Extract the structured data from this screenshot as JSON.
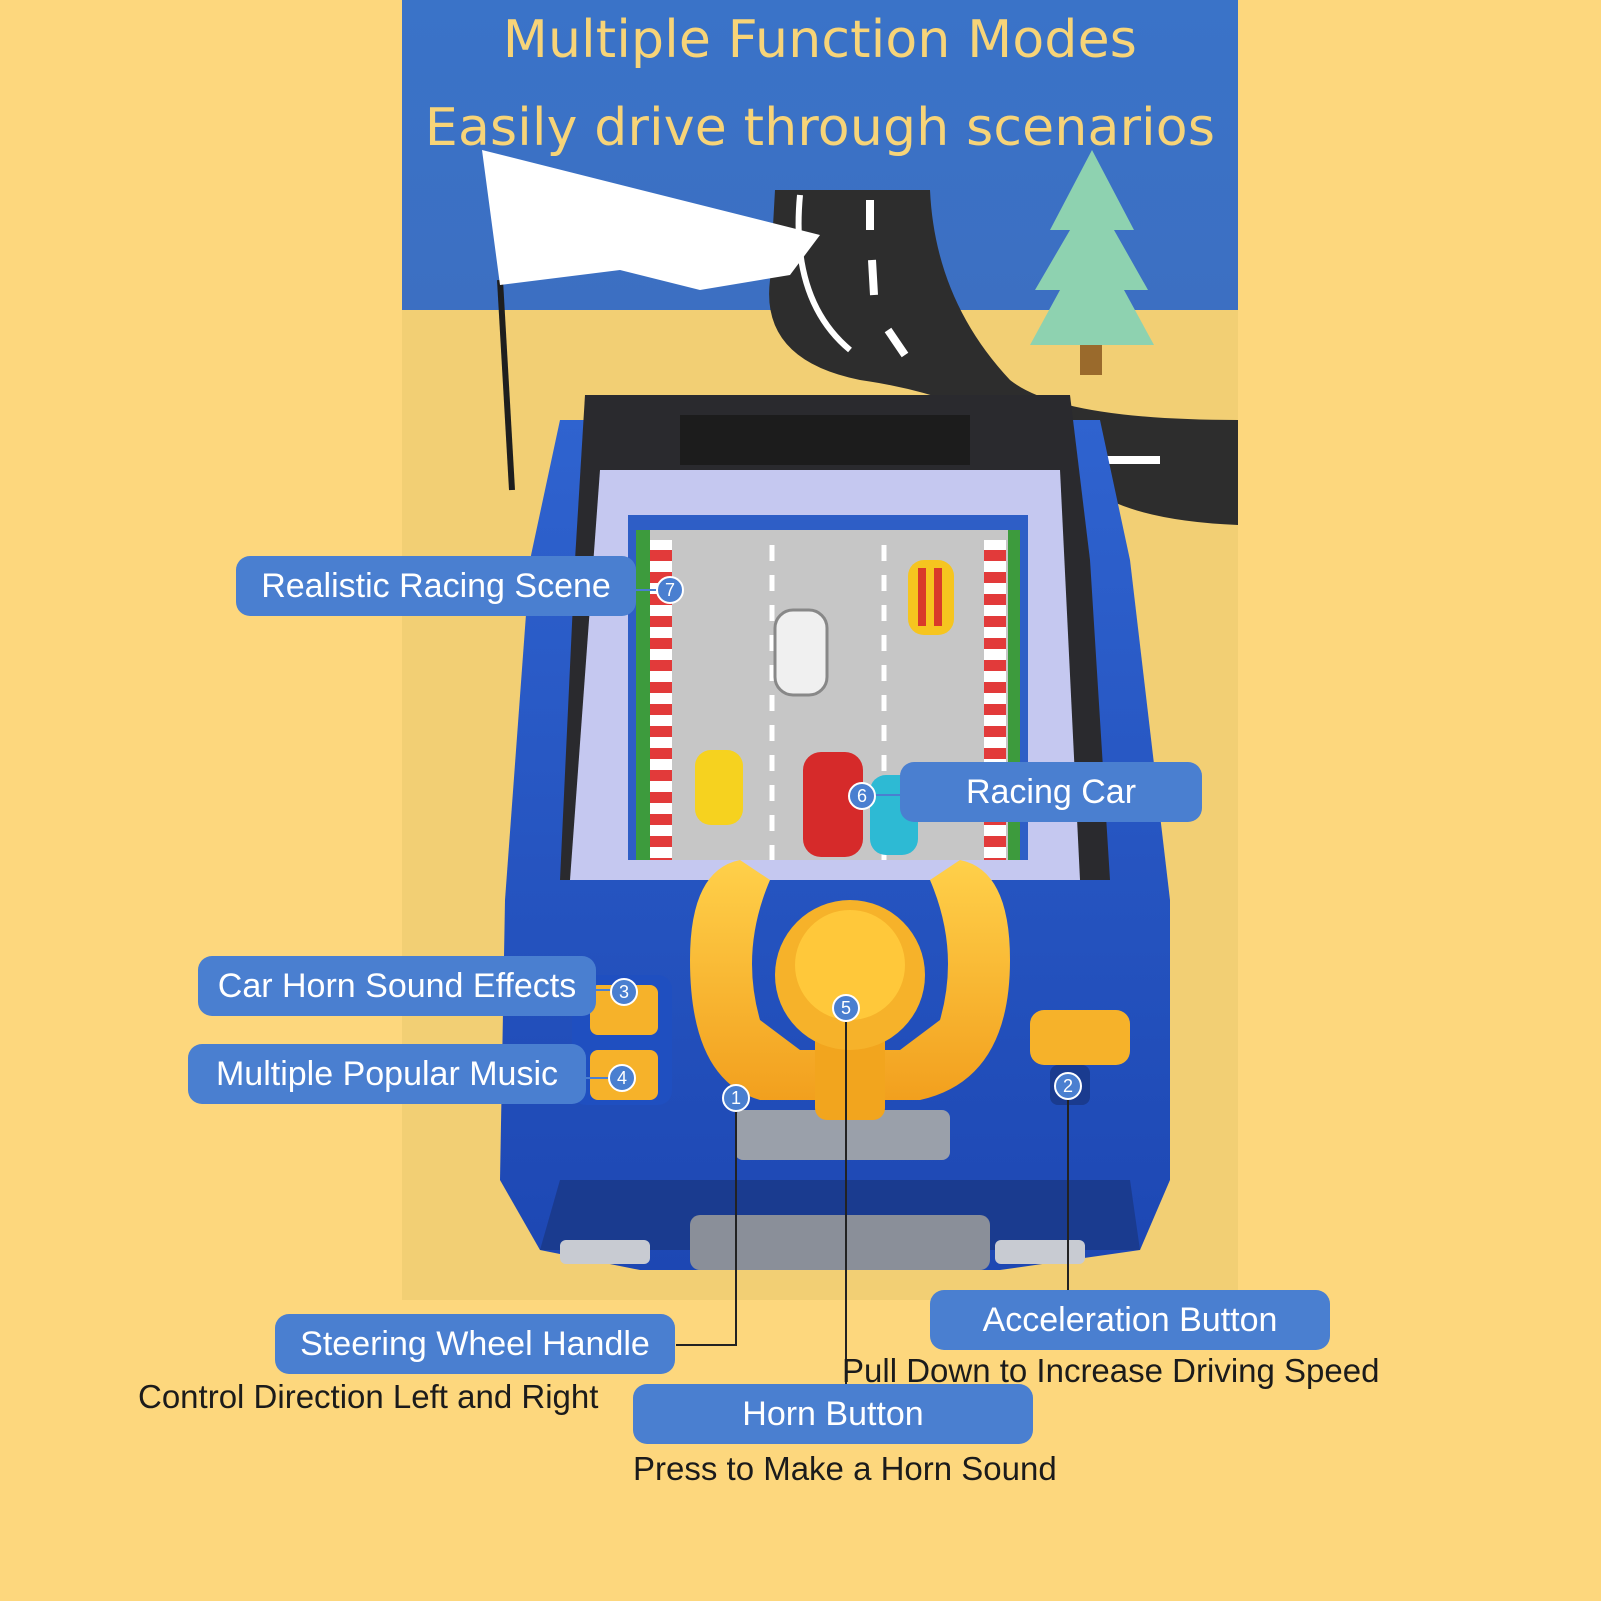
{
  "headline": {
    "line1": "Multiple Function Modes",
    "line2": "Easily drive through scenarios"
  },
  "labels": {
    "realistic_racing_scene": "Realistic Racing Scene",
    "racing_car": "Racing Car",
    "car_horn_sound_effects": "Car Horn Sound Effects",
    "multiple_popular_music": "Multiple Popular Music",
    "steering_wheel_handle": "Steering Wheel Handle",
    "acceleration_button": "Acceleration Button",
    "horn_button": "Horn Button"
  },
  "descriptions": {
    "steering": "Control Direction Left and Right",
    "acceleration": "Pull Down to Increase Driving Speed",
    "horn": "Press to Make a Horn Sound"
  },
  "callouts": [
    "1",
    "2",
    "3",
    "4",
    "5",
    "6",
    "7"
  ],
  "colors": {
    "background": "#fdd77d",
    "label_fill": "#4a7fd0",
    "headline_text": "#f7d478",
    "toy_body": "#2456c6",
    "steering_wheel": "#f6b22a"
  },
  "icons": [
    "checkered-flag-icon",
    "pine-tree-icon"
  ]
}
